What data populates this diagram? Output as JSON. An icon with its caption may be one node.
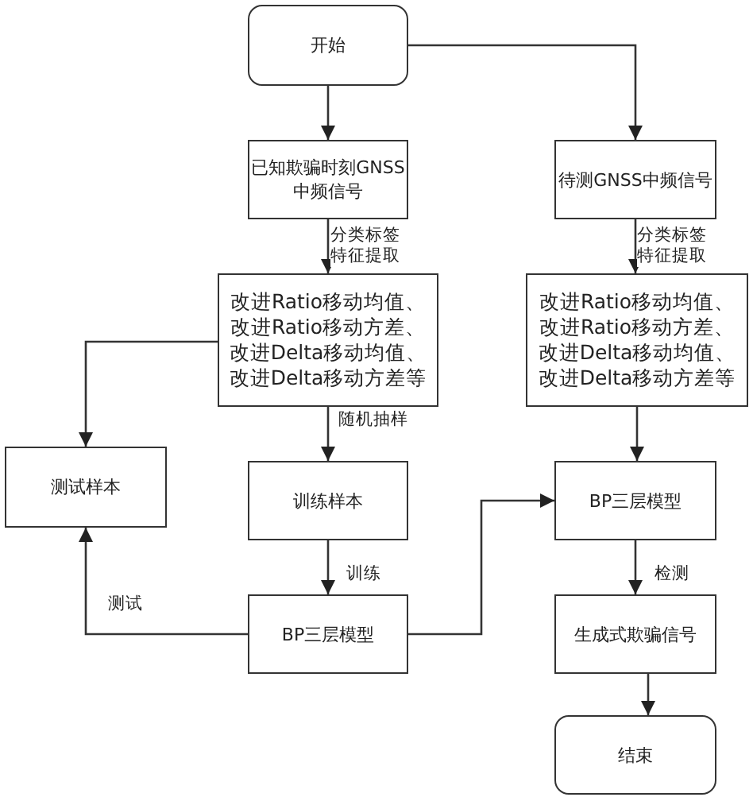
{
  "diagram": {
    "nodes": [
      {
        "text": [
          "开始"
        ]
      },
      {
        "text": [
          "已知欺骗时刻GNSS中频信号"
        ]
      },
      {
        "text": [
          "待测GNSS中频信号"
        ]
      },
      {
        "text": [
          "改进Ratio移动均值、改进Ratio移动方差、改进Delta移动均值、改进Delta移动方差等"
        ]
      },
      {
        "text": [
          "改进Ratio移动均值、改进Ratio移动方差、改进Delta移动均值、改进Delta移动方差等"
        ]
      },
      {
        "text": [
          "测试样本"
        ]
      },
      {
        "text": [
          "训练样本"
        ]
      },
      {
        "text": [
          "BP三层模型"
        ]
      },
      {
        "text": [
          "BP三层模型"
        ]
      },
      {
        "text": [
          "生成式欺骗信号"
        ]
      },
      {
        "text": [
          "结束"
        ]
      }
    ],
    "edges": [
      {
        "from": 0,
        "to": 1,
        "arrow": "to"
      },
      {
        "from": 0,
        "to": 2,
        "arrow": "to"
      },
      {
        "from": 1,
        "to": 3,
        "arrow": "to",
        "label": "分类标签特征提取"
      },
      {
        "from": 2,
        "to": 4,
        "arrow": "to",
        "label": "分类标签特征提取"
      },
      {
        "from": 3,
        "to": 5,
        "arrow": "to"
      },
      {
        "from": 3,
        "to": 6,
        "arrow": "to",
        "label": "随机抽样"
      },
      {
        "from": 4,
        "to": 8,
        "arrow": "to"
      },
      {
        "from": 6,
        "to": 7,
        "arrow": "to",
        "label": "训练"
      },
      {
        "from": 7,
        "to": 5,
        "arrow": "to",
        "label": "测试"
      },
      {
        "from": 7,
        "to": 8,
        "arrow": "to"
      },
      {
        "from": 8,
        "to": 9,
        "arrow": "to",
        "label": "检测"
      },
      {
        "from": 9,
        "to": 10,
        "arrow": "to"
      }
    ]
  }
}
